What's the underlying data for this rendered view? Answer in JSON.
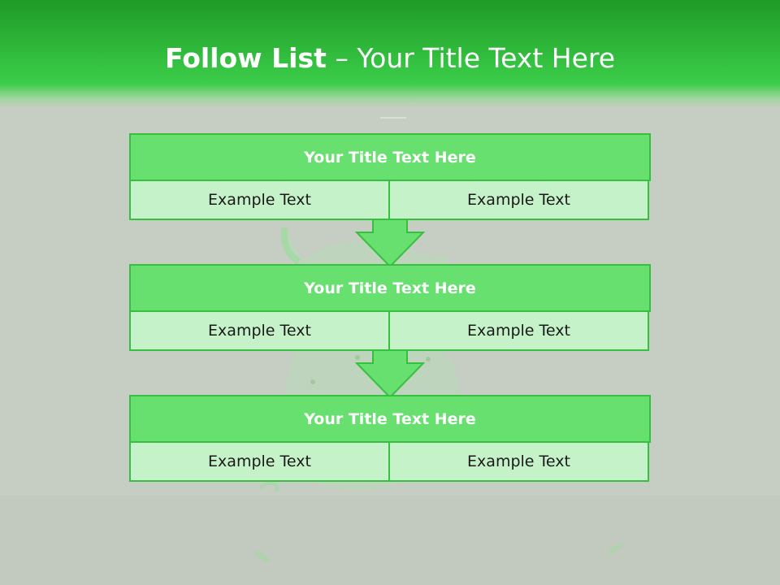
{
  "slide": {
    "title_bold": "Follow List",
    "title_rest": " – Your Title Text Here"
  },
  "blocks": [
    {
      "title": "Your Title Text Here",
      "left": "Example Text",
      "right": "Example Text"
    },
    {
      "title": "Your Title Text Here",
      "left": "Example Text",
      "right": "Example Text"
    },
    {
      "title": "Your Title Text Here",
      "left": "Example Text",
      "right": "Example Text"
    }
  ],
  "colors": {
    "header_green": "#2fb83a",
    "block_title_fill": "#67e06f",
    "block_border": "#35c13f",
    "cell_fill": "#c6f2c9",
    "background": "#c6cdc3"
  }
}
